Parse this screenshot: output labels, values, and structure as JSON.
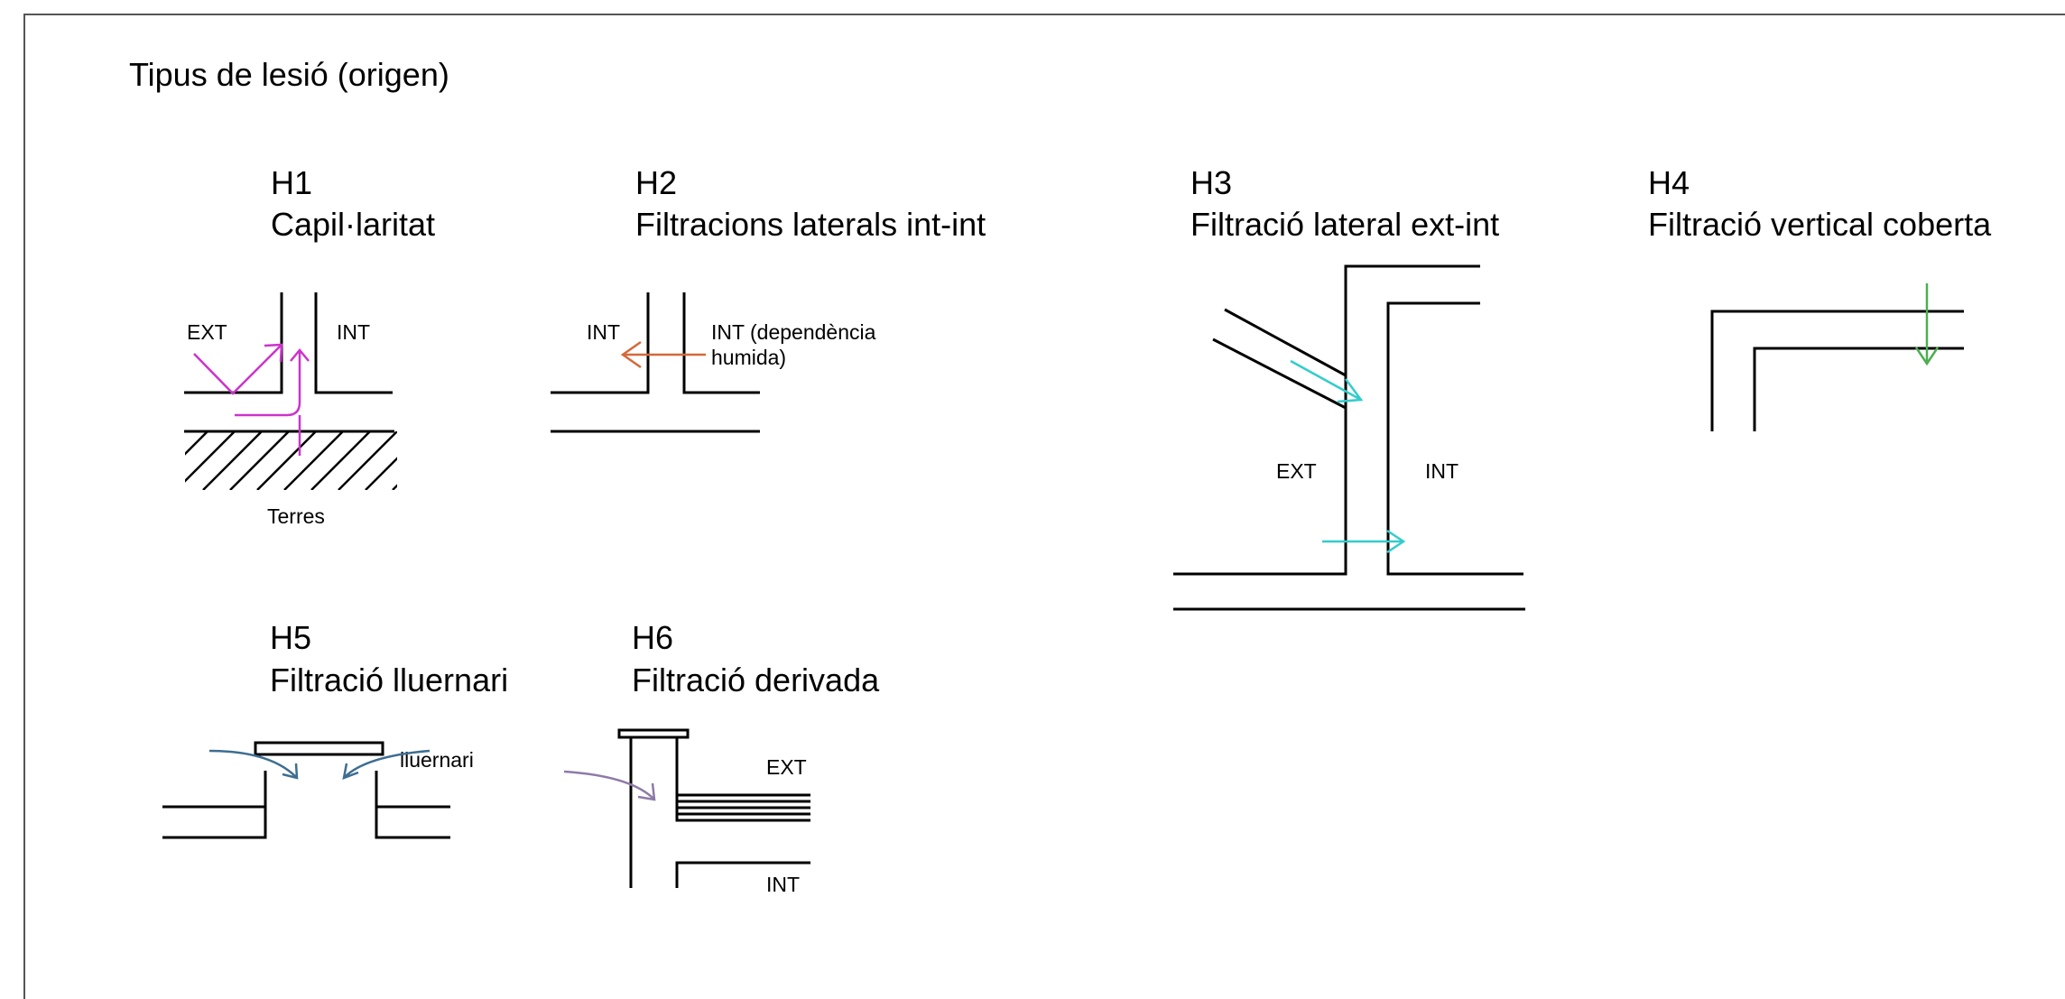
{
  "title": "Tipus de lesió (origen)",
  "colors": {
    "wall": "#000000",
    "h1_arrow": "#cc33cc",
    "h2_arrow": "#d4693a",
    "h3_arrow": "#33cccc",
    "h4_arrow": "#4caf50",
    "h5_arrow": "#3d6e91",
    "h6_arrow": "#8e7aa8"
  },
  "panels": [
    {
      "code": "H1",
      "name": "Capil·laritat",
      "labels": {
        "ext": "EXT",
        "int": "INT",
        "ground": "Terres"
      }
    },
    {
      "code": "H2",
      "name": "Filtracions laterals int-int",
      "labels": {
        "int": "INT",
        "int_wet_line1": "INT (dependència",
        "int_wet_line2": "humida)"
      }
    },
    {
      "code": "H3",
      "name": "Filtració lateral ext-int",
      "labels": {
        "ext": "EXT",
        "int": "INT"
      }
    },
    {
      "code": "H4",
      "name": "Filtració vertical coberta",
      "labels": {}
    },
    {
      "code": "H5",
      "name": "Filtració lluernari",
      "labels": {
        "skylight": "lluernari"
      }
    },
    {
      "code": "H6",
      "name": "Filtració derivada",
      "labels": {
        "ext": "EXT",
        "int": "INT"
      }
    }
  ]
}
